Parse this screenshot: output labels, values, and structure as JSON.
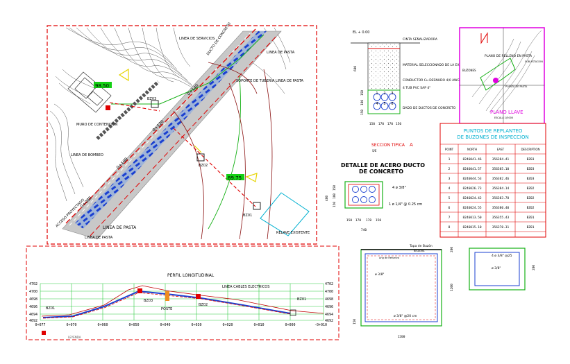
{
  "plan": {
    "labels": {
      "linea_servicios": "LINEA DE SERVICIOS",
      "ducto": "DUCTO DE CONCRETO",
      "linea_pasta_top": "LINEA DE PASTA",
      "soporte": "SOPORTE DE TUBERIA LINEA DE PASTA",
      "muro": "MURO DE CONTENCION",
      "linea_bombeo": "LINEA DE BOMBEO",
      "acceso": "ACCESO PROYECTADO",
      "linea_pasta_bottom": "LINEA DE PASTA",
      "linea_pasta_bottom2": "LINEA DE PASTA",
      "relave": "RELAVE EXISTENTE"
    },
    "stations": [
      "0+140",
      "0+120",
      "0+100",
      "0+080"
    ],
    "boxes": [
      "BZ03",
      "BZ02",
      "BZ01"
    ],
    "levels": [
      "98.50",
      "89.75"
    ]
  },
  "profile": {
    "title": "PERFIL LONGITUDINAL",
    "y_ticks": [
      "4702",
      "4700",
      "4698",
      "4696",
      "4694",
      "4692"
    ],
    "x_ticks": [
      "0+077",
      "0+070",
      "0+060",
      "0+050",
      "0+040",
      "0+030",
      "0+020",
      "0+010",
      "0+000",
      "-0+010"
    ],
    "labels": {
      "cable": "LINEA CABLES ELECTRICOS",
      "bz1_left": "BZ01",
      "bz3": "BZ03",
      "poste": "POSTE",
      "bz2": "BZ02",
      "bz1_right": "BZ01",
      "legend": "LEYENDA"
    }
  },
  "ducto_section": {
    "elevation": "EL + 0.00",
    "labels": {
      "cinta": "CINTA SEÑALIZADORA",
      "material": "MATERIAL SELECCIONADO DE LA EXCAVACION",
      "conductor": "CONDUCTOR Cu DESNUDO 4/0 AWG",
      "tubos": "4 TUB PVC SAP 4\"",
      "dado": "DADO DE DUCTOS DE CONCRETO"
    },
    "dims_bottom": [
      "150",
      "170",
      "170",
      "150"
    ],
    "dims_left": [
      "600",
      "150",
      "180",
      "150"
    ],
    "title": "SECCION TIPICA",
    "title_mark": "A",
    "scale": "S/E"
  },
  "acero_detail": {
    "title_line1": "DETALLE DE ACERO DUCTO",
    "title_line2": "DE CONCRETO",
    "labels": {
      "bars": "4 ø 3/8\"",
      "stirrups": "1 ø 1/4\" @ 0.25 cm"
    },
    "dims_bottom": [
      "150",
      "170",
      "170",
      "150"
    ],
    "dim_total": "740",
    "dims_left": [
      "150",
      "180",
      "150"
    ],
    "dim_left_total": "480"
  },
  "key_plan": {
    "labels": {
      "plano": "PLANO DE RELLENO EN PASTA",
      "buzones": "BUZONES",
      "sub": "SUB-ESTACION",
      "pasta": "PLANTA DE PASTA"
    },
    "title": "PLANO LLAVE",
    "scale": "ESCALA 1/5000"
  },
  "table": {
    "title_line1": "PUNTOS DE REPLANTEO",
    "title_line2": "DE BUZONES DE INSPECCION",
    "headers": [
      "POINT",
      "NORTH",
      "EAST",
      "DESCRIPTION"
    ],
    "rows": [
      [
        "1",
        "8246041.46",
        "356384.41",
        "BZ03"
      ],
      [
        "2",
        "8246041.57",
        "356385.10",
        "BZ03"
      ],
      [
        "3",
        "8246044.53",
        "356382.46",
        "BZ03"
      ],
      [
        "4",
        "8246026.73",
        "356384.14",
        "BZ02"
      ],
      [
        "5",
        "8246024.42",
        "356383.78",
        "BZ02"
      ],
      [
        "6",
        "8246024.55",
        "356380.40",
        "BZ02"
      ],
      [
        "7",
        "8246013.50",
        "356355.43",
        "BZ01"
      ],
      [
        "8",
        "8246015.10",
        "356370.31",
        "BZ01"
      ]
    ]
  },
  "box_detail": {
    "tapa": "Tapa de Buzón",
    "tapa_sub": "BISAGRA",
    "angle": "Ang de Refuerzo",
    "ref1": "ø 3/8\"",
    "ref2": "ø 3/8\" @20 cm",
    "dim_right1": "200",
    "dim_right2": "1200",
    "dim_left": "150",
    "dim_bottom": "1200"
  },
  "small_detail": {
    "ref1": "4 ø 3/8\" @25",
    "ref2": "ø 3/8\"",
    "dim": "200"
  }
}
